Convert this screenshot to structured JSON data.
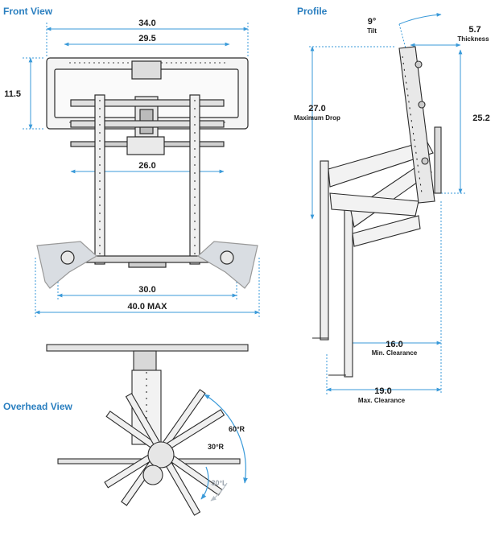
{
  "titles": {
    "front": "Front View",
    "profile": "Profile",
    "overhead": "Overhead View"
  },
  "front_view": {
    "dim_34": "34.0",
    "dim_29_5": "29.5",
    "dim_11_5": "11.5",
    "dim_26": "26.0",
    "dim_30": "30.0",
    "dim_40": "40.0 MAX"
  },
  "profile_view": {
    "tilt_value": "9°",
    "tilt_label": "Tilt",
    "thickness_value": "5.7",
    "thickness_label": "Thickness",
    "drop_value": "27.0",
    "drop_label": "Maximum Drop",
    "height_value": "25.2",
    "min_clear_value": "16.0",
    "min_clear_label": "Min. Clearance",
    "max_clear_value": "19.0",
    "max_clear_label": "Max. Clearance"
  },
  "overhead_view": {
    "angle_60r": "60°R",
    "angle_30r": "30°R",
    "angle_30l": "30°L"
  },
  "colors": {
    "accent": "#2a7fc0",
    "dim_line": "#3a9ad9",
    "gray_arc": "#b8c0c8",
    "mount": "#2b2b2b"
  }
}
